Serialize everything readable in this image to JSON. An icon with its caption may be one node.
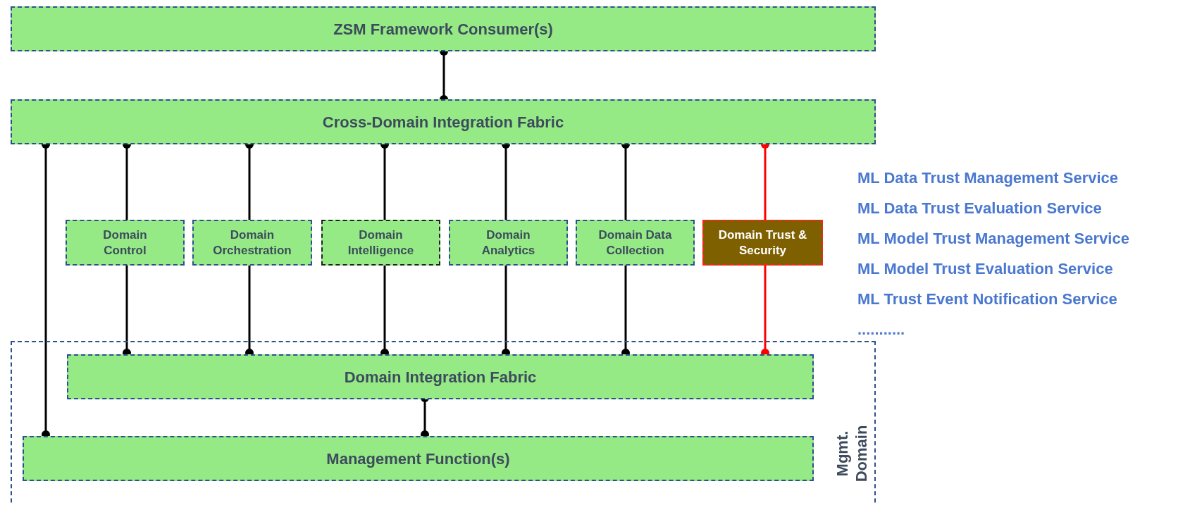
{
  "diagram": {
    "nodes": [
      {
        "text": [
          "ZSM Framework Consumer(s)"
        ]
      },
      {
        "text": [
          "Cross-Domain Integration Fabric"
        ]
      },
      {
        "text": [
          "Domain Control"
        ]
      },
      {
        "text": [
          "Domain Orchestration"
        ]
      },
      {
        "text": [
          "Domain Intelligence"
        ]
      },
      {
        "text": [
          "Domain Analytics"
        ]
      },
      {
        "text": [
          "Domain Data Collection"
        ]
      },
      {
        "text": [
          "Domain Trust & Security"
        ]
      },
      {
        "text": [
          "Mgmt. Domain"
        ]
      },
      {
        "text": [
          "Domain Integration Fabric"
        ],
        "in": 8
      },
      {
        "text": [
          "Management Function(s)"
        ],
        "in": 8
      }
    ],
    "edges": [
      {
        "from": 0,
        "to": 1,
        "arrow": "other"
      },
      {
        "from": 1,
        "to": 10,
        "arrow": "other"
      },
      {
        "from": 1,
        "to": 2,
        "arrow": "other"
      },
      {
        "from": 1,
        "to": 3,
        "arrow": "other"
      },
      {
        "from": 1,
        "to": 4,
        "arrow": "other"
      },
      {
        "from": 1,
        "to": 5,
        "arrow": "other"
      },
      {
        "from": 1,
        "to": 6,
        "arrow": "other"
      },
      {
        "from": 1,
        "to": 7,
        "arrow": "other",
        "color": "#ff0000"
      },
      {
        "from": 2,
        "to": 9,
        "arrow": "other"
      },
      {
        "from": 3,
        "to": 9,
        "arrow": "other"
      },
      {
        "from": 4,
        "to": 9,
        "arrow": "other"
      },
      {
        "from": 5,
        "to": 9,
        "arrow": "other"
      },
      {
        "from": 6,
        "to": 9,
        "arrow": "other"
      },
      {
        "from": 7,
        "to": 9,
        "arrow": "other",
        "color": "#ff0000"
      },
      {
        "from": 9,
        "to": 10,
        "arrow": "other"
      }
    ],
    "labels": [
      "ML Data Trust Management Service",
      "ML Data Trust Evaluation Service",
      "ML Model Trust Management Service",
      "ML Model Trust Evaluation Service",
      "ML Trust Event Notification Service",
      "..........."
    ]
  }
}
